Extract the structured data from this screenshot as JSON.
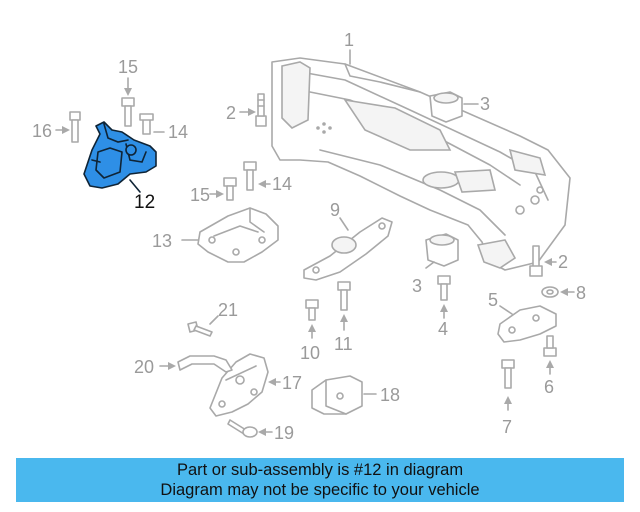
{
  "diagram": {
    "callouts": [
      "1",
      "2",
      "3",
      "12",
      "13",
      "14",
      "15",
      "16",
      "2",
      "3",
      "4",
      "5",
      "6",
      "7",
      "8",
      "9",
      "10",
      "11",
      "14",
      "15",
      "17",
      "18",
      "19",
      "20",
      "21"
    ],
    "highlight_color": "#2e8fe6"
  },
  "banner": {
    "line1": "Part or sub-assembly is #12 in diagram",
    "line2": "Diagram may not be specific to your vehicle",
    "background": "#4ab8ee"
  }
}
